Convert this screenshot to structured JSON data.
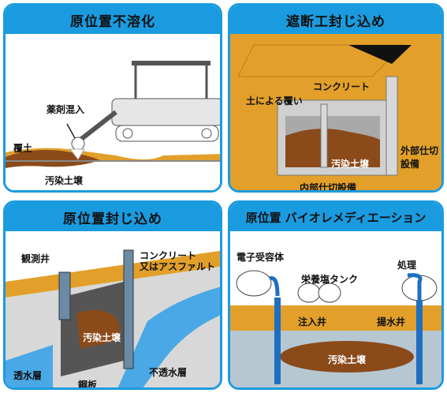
{
  "panels": [
    {
      "title": "原位置不溶化",
      "labels": {
        "chemical": "薬剤混入",
        "cover": "覆土",
        "soil": "汚染土壌"
      }
    },
    {
      "title": "遮断工封じ込め",
      "labels": {
        "concrete": "コンクリート",
        "cover": "土による覆い",
        "soil": "汚染土壌",
        "outer": "外部仕切\n設備",
        "inner": "内部仕切設備"
      }
    },
    {
      "title": "原位置封じ込め",
      "labels": {
        "well": "観測井",
        "concrete": "コンクリート\n又はアスファルト",
        "soil": "汚染土壌",
        "permeable": "透水層",
        "steel": "鋼板",
        "impermeable": "不透水層"
      }
    },
    {
      "title": "原位置 バイオレメディエーション",
      "labels": {
        "electron": "電子受容体",
        "nutrient": "栄養塩タンク",
        "treatment": "処理",
        "injection": "注入井",
        "pumping": "揚水井",
        "soil": "汚染土壌"
      }
    }
  ]
}
